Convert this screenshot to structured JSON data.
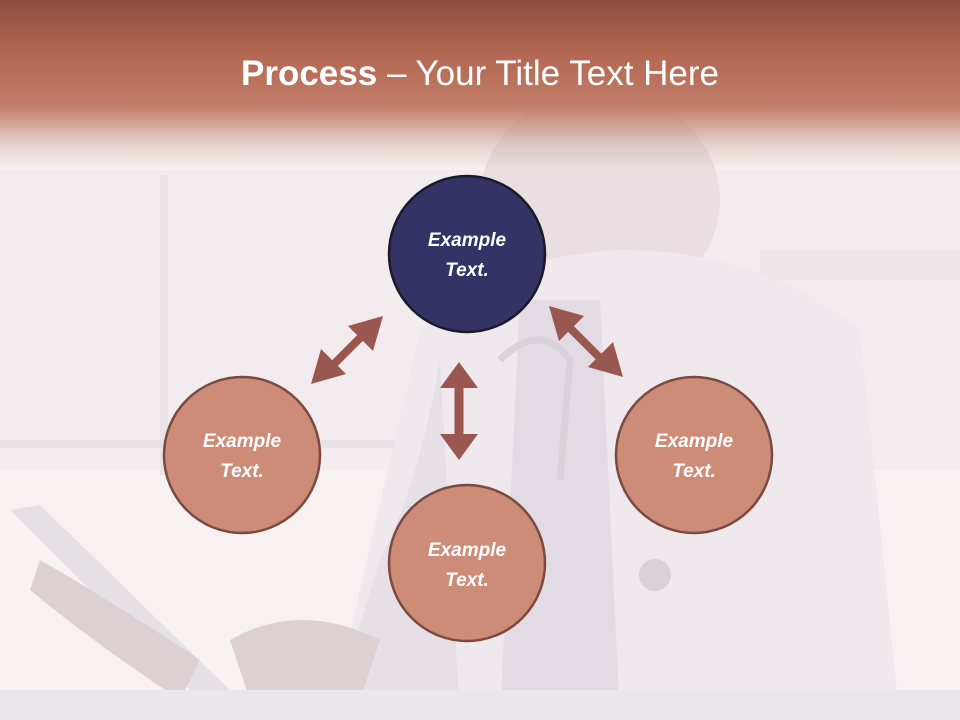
{
  "slide": {
    "title_bold": "Process",
    "title_rest": " – Your Title Text Here"
  },
  "nodes": {
    "top": {
      "line1": "Example",
      "line2": "Text."
    },
    "left": {
      "line1": "Example",
      "line2": "Text."
    },
    "right": {
      "line1": "Example",
      "line2": "Text."
    },
    "bottom": {
      "line1": "Example",
      "line2": "Text."
    }
  },
  "colors": {
    "header": "#b06450",
    "top_circle": "#333366",
    "node_circle": "#cc8c78",
    "node_border": "#7a4a40",
    "arrow": "#9a5750"
  }
}
